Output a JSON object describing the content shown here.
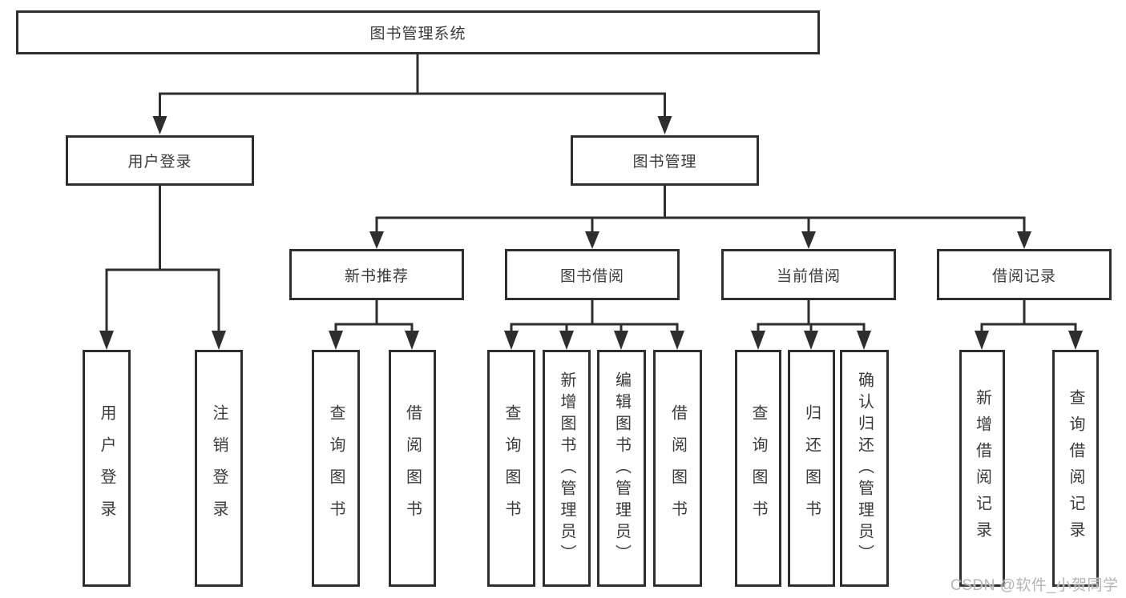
{
  "diagram": {
    "root": "图书管理系统",
    "level2": [
      "用户登录",
      "图书管理"
    ],
    "level3": [
      "新书推荐",
      "图书借阅",
      "当前借阅",
      "借阅记录"
    ],
    "leaves": {
      "login": [
        "用户登录",
        "注销登录"
      ],
      "recommend": [
        "查询图书",
        "借阅图书"
      ],
      "borrow": [
        "查询图书",
        "新增图书（管理员）",
        "编辑图书（管理员）",
        "借阅图书"
      ],
      "current": [
        "查询图书",
        "归还图书",
        "确认归还（管理员）"
      ],
      "records": [
        "新增借阅记录",
        "查询借阅记录"
      ]
    }
  },
  "watermark": "CSDN @软件_小贺同学",
  "colors": {
    "line": "#2e2e2e",
    "text": "#3a3a3a",
    "watermark": "#b5b5b5",
    "background": "#ffffff"
  }
}
